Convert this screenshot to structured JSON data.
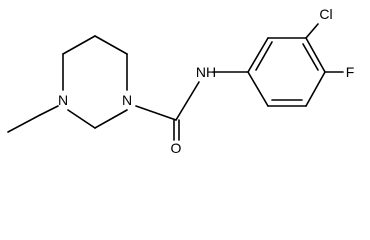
{
  "structure": {
    "atoms": {
      "n_ring_ethyl": "N",
      "n_ring_carbonyl": "N",
      "amide_nh": "NH",
      "carbonyl_o": "O",
      "chloro": "Cl",
      "fluoro": "F"
    }
  }
}
